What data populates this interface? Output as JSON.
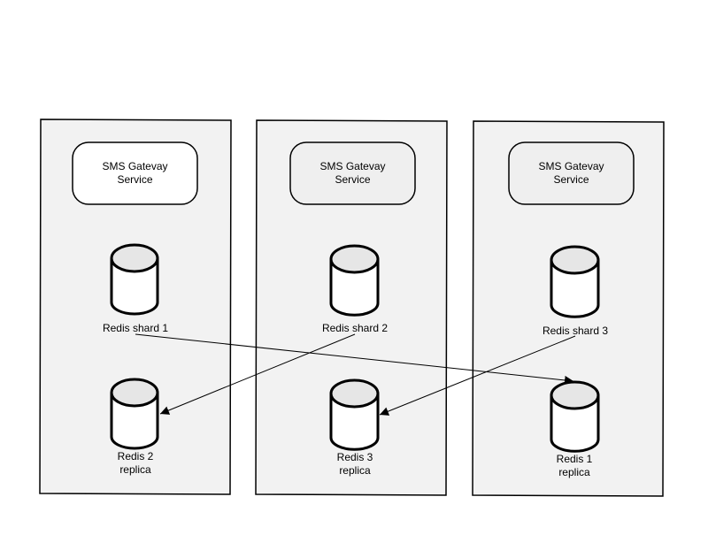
{
  "nodes": {
    "service_1": {
      "line1": "SMS Gatevay",
      "line2": "Service"
    },
    "service_2": {
      "line1": "SMS Gatevay",
      "line2": "Service"
    },
    "service_3": {
      "line1": "SMS Gatevay",
      "line2": "Service"
    },
    "shard_1": {
      "label": "Redis shard 1"
    },
    "shard_2": {
      "label": "Redis shard 2"
    },
    "shard_3": {
      "label": "Redis shard 3"
    },
    "replica_2": {
      "line1": "Redis 2",
      "line2": "replica"
    },
    "replica_3": {
      "line1": "Redis 3",
      "line2": "replica"
    },
    "replica_1": {
      "line1": "Redis 1",
      "line2": "replica"
    }
  },
  "edges": [
    {
      "from": "Redis shard 1",
      "to": "Redis 1 replica"
    },
    {
      "from": "Redis shard 2",
      "to": "Redis 2 replica"
    },
    {
      "from": "Redis shard 3",
      "to": "Redis 3 replica"
    }
  ],
  "colors": {
    "container_fill": "#f2f2f2",
    "service_fill_first": "#ffffff",
    "service_fill": "#efefef",
    "cylinder_fill": "#ffffff",
    "cylinder_top": "#e6e6e6",
    "stroke": "#000000"
  }
}
